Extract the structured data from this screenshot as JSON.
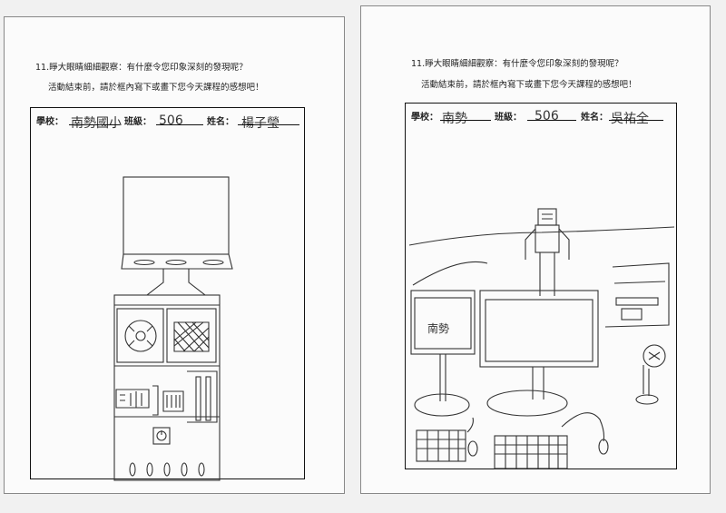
{
  "sheets": [
    {
      "question": "11.睜大眼睛細細觀察：有什麼令您印象深刻的發現呢？",
      "instruction": "活動結束前，請於框內寫下或畫下您今天課程的感想吧！",
      "school_label": "學校：",
      "school_value": "南勢國小",
      "class_label": "班級：",
      "class_value": "506",
      "name_label": "姓名：",
      "name_value": "楊子瑩"
    },
    {
      "question": "11.睜大眼睛細細觀察：有什麼令您印象深刻的發現呢？",
      "instruction": "活動結束前，請於框內寫下或畫下您今天課程的感想吧！",
      "school_label": "學校：",
      "school_value": "南勢",
      "class_label": "班級：",
      "class_value": "506",
      "name_label": "姓名：",
      "name_value": "吳祐全"
    }
  ],
  "drawing_right": {
    "monitor_text": "南勢"
  }
}
